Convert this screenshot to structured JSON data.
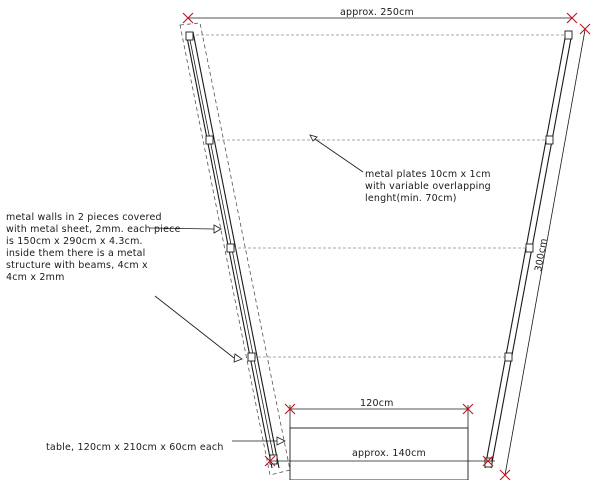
{
  "dimensions": {
    "top_width": "approx. 250cm",
    "right_length": "300cm",
    "table_width": "120cm",
    "bottom_width": "approx. 140cm"
  },
  "notes": {
    "plates": [
      "metal plates 10cm x 1cm",
      "with variable overlapping",
      "lenght(min. 70cm)"
    ],
    "walls": [
      "metal walls in 2 pieces covered",
      "with metal sheet, 2mm. each piece",
      "is 150cm x 290cm x 4.3cm.",
      "inside them there is a metal",
      "structure with beams, 4cm x",
      "4cm x 2mm"
    ],
    "table": "table, 120cm x 210cm x 60cm each"
  },
  "colors": {
    "line": "#1a1a1a",
    "tick": "#c0121c",
    "plate": "#8a8a8a"
  }
}
